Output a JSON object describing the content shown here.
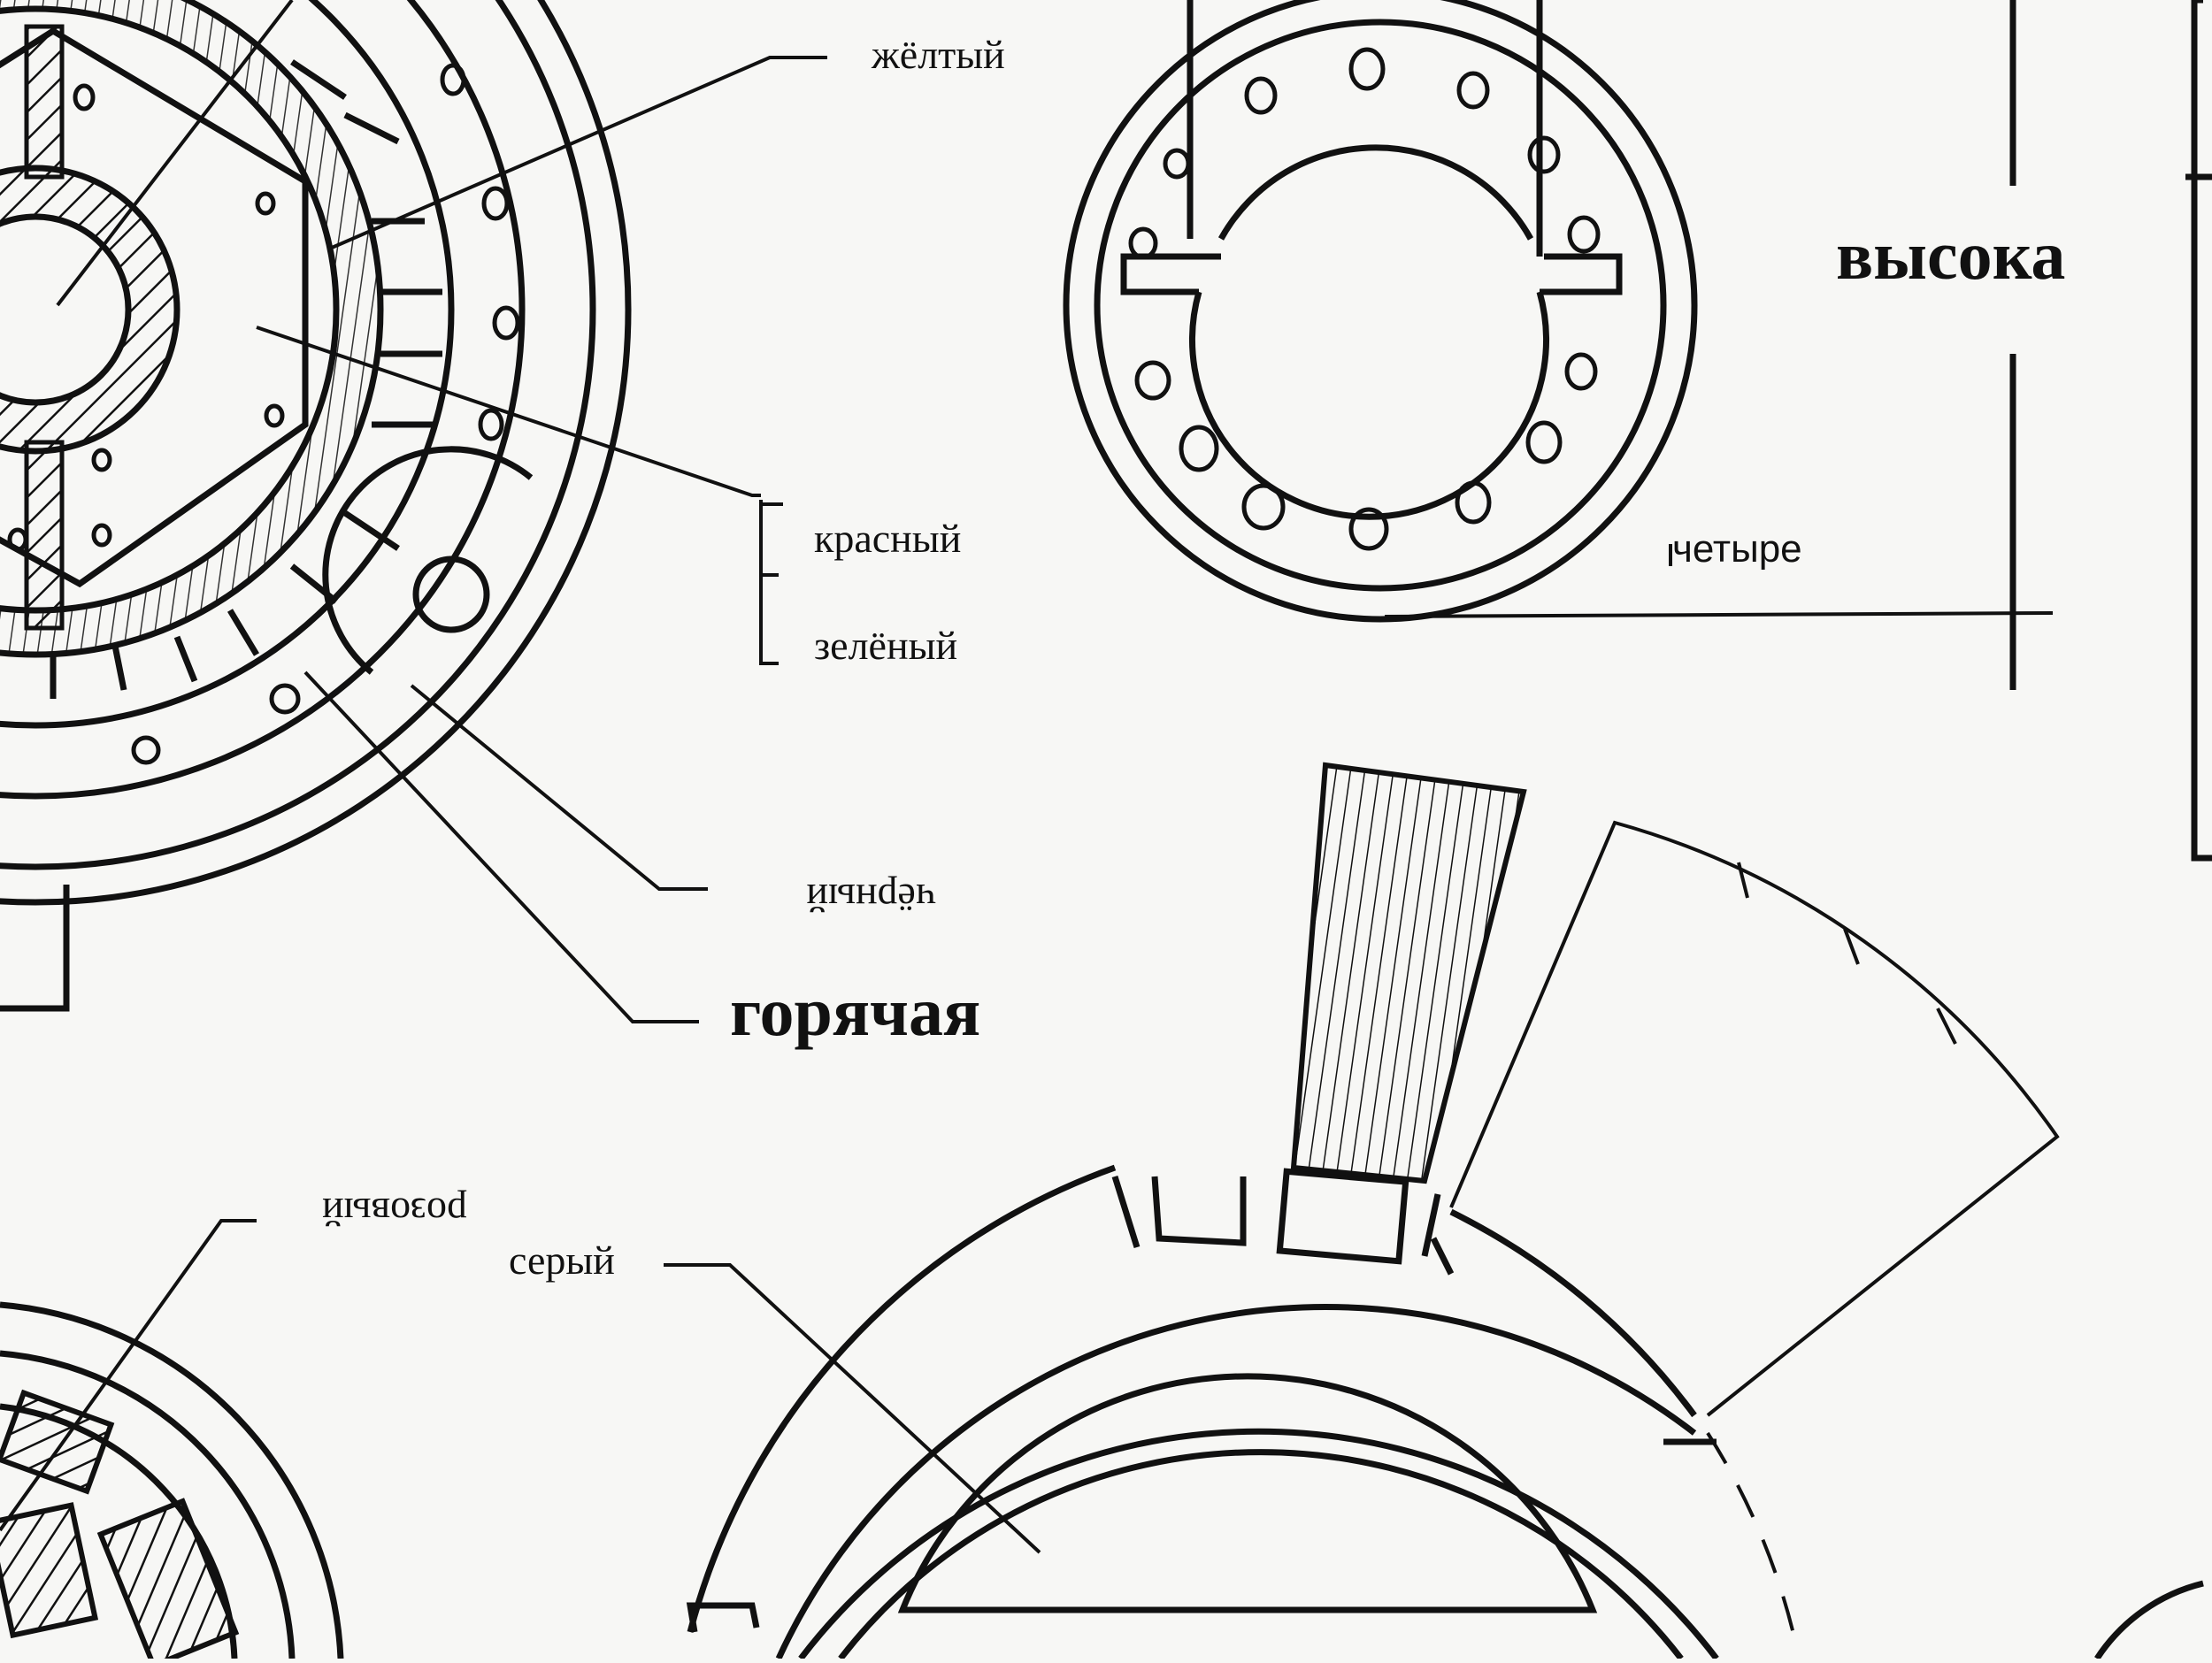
{
  "labels": {
    "yellow": "жёлтый",
    "red": "красный",
    "green": "зелёный",
    "black": "чёрный",
    "hot": "горячая",
    "high": "высока",
    "four": "четыре",
    "pink": "розовый",
    "gray": "серый"
  },
  "colors": {
    "ink": "#111111",
    "paper": "#f7f7f5"
  }
}
